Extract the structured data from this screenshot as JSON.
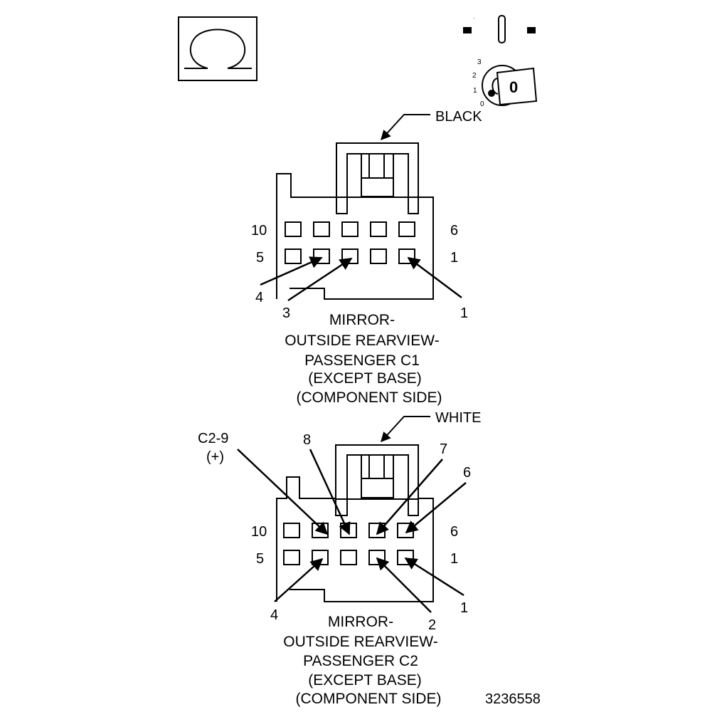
{
  "connector1": {
    "color_label": "BLACK",
    "pins_top_left": "10",
    "pins_top_right": "6",
    "pins_bottom_left": "5",
    "pins_bottom_right": "1",
    "callout_4": "4",
    "callout_3": "3",
    "callout_1": "1",
    "caption_line1": "MIRROR-",
    "caption_line2": "OUTSIDE REARVIEW-",
    "caption_line3": "PASSENGER C1",
    "caption_line4": "(EXCEPT BASE)",
    "caption_line5": "(COMPONENT SIDE)"
  },
  "connector2": {
    "color_label": "WHITE",
    "pins_top_left": "10",
    "pins_top_right": "6",
    "pins_bottom_left": "5",
    "pins_bottom_right": "1",
    "callout_c29_line1": "C2-9",
    "callout_c29_line2": "(+)",
    "callout_8": "8",
    "callout_7": "7",
    "callout_6": "6",
    "callout_4": "4",
    "callout_2": "2",
    "callout_1": "1",
    "caption_line1": "MIRROR-",
    "caption_line2": "OUTSIDE REARVIEW-",
    "caption_line3": "PASSENGER C2",
    "caption_line4": "(EXCEPT BASE)",
    "caption_line5": "(COMPONENT SIDE)"
  },
  "ignition_icon": {
    "pos_3": "3",
    "pos_2": "2",
    "pos_1": "1",
    "pos_0": "0",
    "key_label": "0"
  },
  "figure_number": "3236558",
  "icons": [
    "headphone-omega-icon",
    "ignition-key-icon"
  ]
}
